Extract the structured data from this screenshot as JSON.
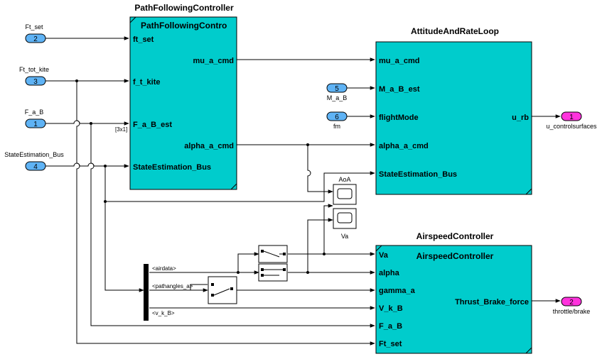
{
  "blocks": {
    "path_following": {
      "title": "PathFollowingController",
      "inner_title": "PathFollowingContro",
      "ports_in": [
        "ft_set",
        "f_t_kite",
        "F_a_B_est",
        "StateEstimation_Bus"
      ],
      "ports_out": [
        "mu_a_cmd",
        "alpha_a_cmd"
      ]
    },
    "attitude": {
      "title": "AttitudeAndRateLoop",
      "ports_in": [
        "mu_a_cmd",
        "M_a_B_est",
        "flightMode",
        "alpha_a_cmd",
        "StateEstimation_Bus"
      ],
      "ports_out": [
        "u_rb"
      ]
    },
    "airspeed": {
      "title": "AirspeedController",
      "inner_title": "AirspeedController",
      "ports_in": [
        "Va",
        "alpha",
        "gamma_a",
        "V_k_B",
        "F_a_B",
        "Ft_set"
      ],
      "ports_out": [
        "Thrust_Brake_force"
      ]
    }
  },
  "inports": [
    {
      "num": "2",
      "label": "Ft_set"
    },
    {
      "num": "3",
      "label": "Ft_tot_kite"
    },
    {
      "num": "1",
      "label": "F_a_B"
    },
    {
      "num": "4",
      "label": "StateEstimation_Bus"
    },
    {
      "num": "5",
      "label": "M_a_B"
    },
    {
      "num": "6",
      "label": "fm"
    }
  ],
  "outports": [
    {
      "num": "1",
      "label": "u_controlsurfaces"
    },
    {
      "num": "2",
      "label": "throttle/brake"
    }
  ],
  "scopes": {
    "label_top": "AoA",
    "label_bottom": "Va"
  },
  "signals": {
    "dim": "[3x1]",
    "airdata": "<airdata>",
    "pathangles": "<pathangles_a>",
    "vkb": "<v_k_B>"
  },
  "colors": {
    "block": "#00cccc",
    "inport": "#5fb3f5",
    "outport": "#ff33dd"
  }
}
